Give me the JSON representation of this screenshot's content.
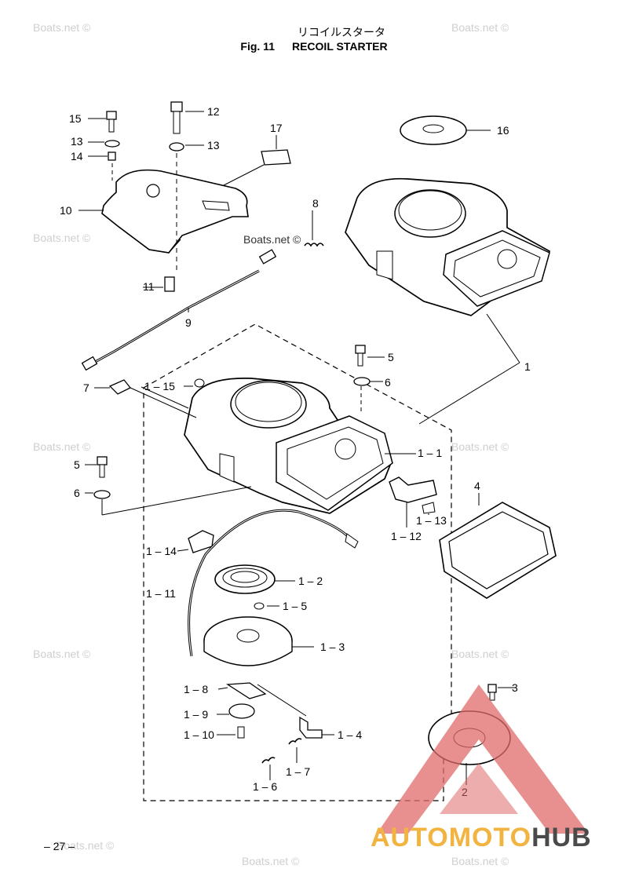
{
  "header": {
    "title_jp": "リコイルスタータ",
    "fig": "Fig. 11",
    "title_en": "RECOIL STARTER"
  },
  "watermark": "Boats.net ©",
  "page_number": "– 27 –",
  "logo": {
    "part1": "AUTOMOTO",
    "part2": "HUB",
    "color_accent": "#f2b441",
    "color_dark": "#4a4a4a",
    "triangle_color": "#e06a6a"
  },
  "callouts": {
    "c15": "15",
    "c12": "12",
    "c13a": "13",
    "c13b": "13",
    "c14": "14",
    "c17": "17",
    "c16": "16",
    "c10": "10",
    "c8": "8",
    "c11": "11",
    "c9": "9",
    "c1": "1",
    "c5a": "5",
    "c6a": "6",
    "c7": "7",
    "c1_15": "1 – 15",
    "c1_1": "1 – 1",
    "c5b": "5",
    "c6b": "6",
    "c4": "4",
    "c1_13": "1 – 13",
    "c1_12": "1 – 12",
    "c1_14": "1 – 14",
    "c1_2": "1 – 2",
    "c1_11": "1 – 11",
    "c1_5": "1 – 5",
    "c1_3": "1 – 3",
    "c3": "3",
    "c1_8": "1 – 8",
    "c1_9": "1 – 9",
    "c1_10": "1 – 10",
    "c1_4": "1 – 4",
    "c1_6": "1 – 6",
    "c1_7": "1 – 7",
    "c2": "2"
  }
}
